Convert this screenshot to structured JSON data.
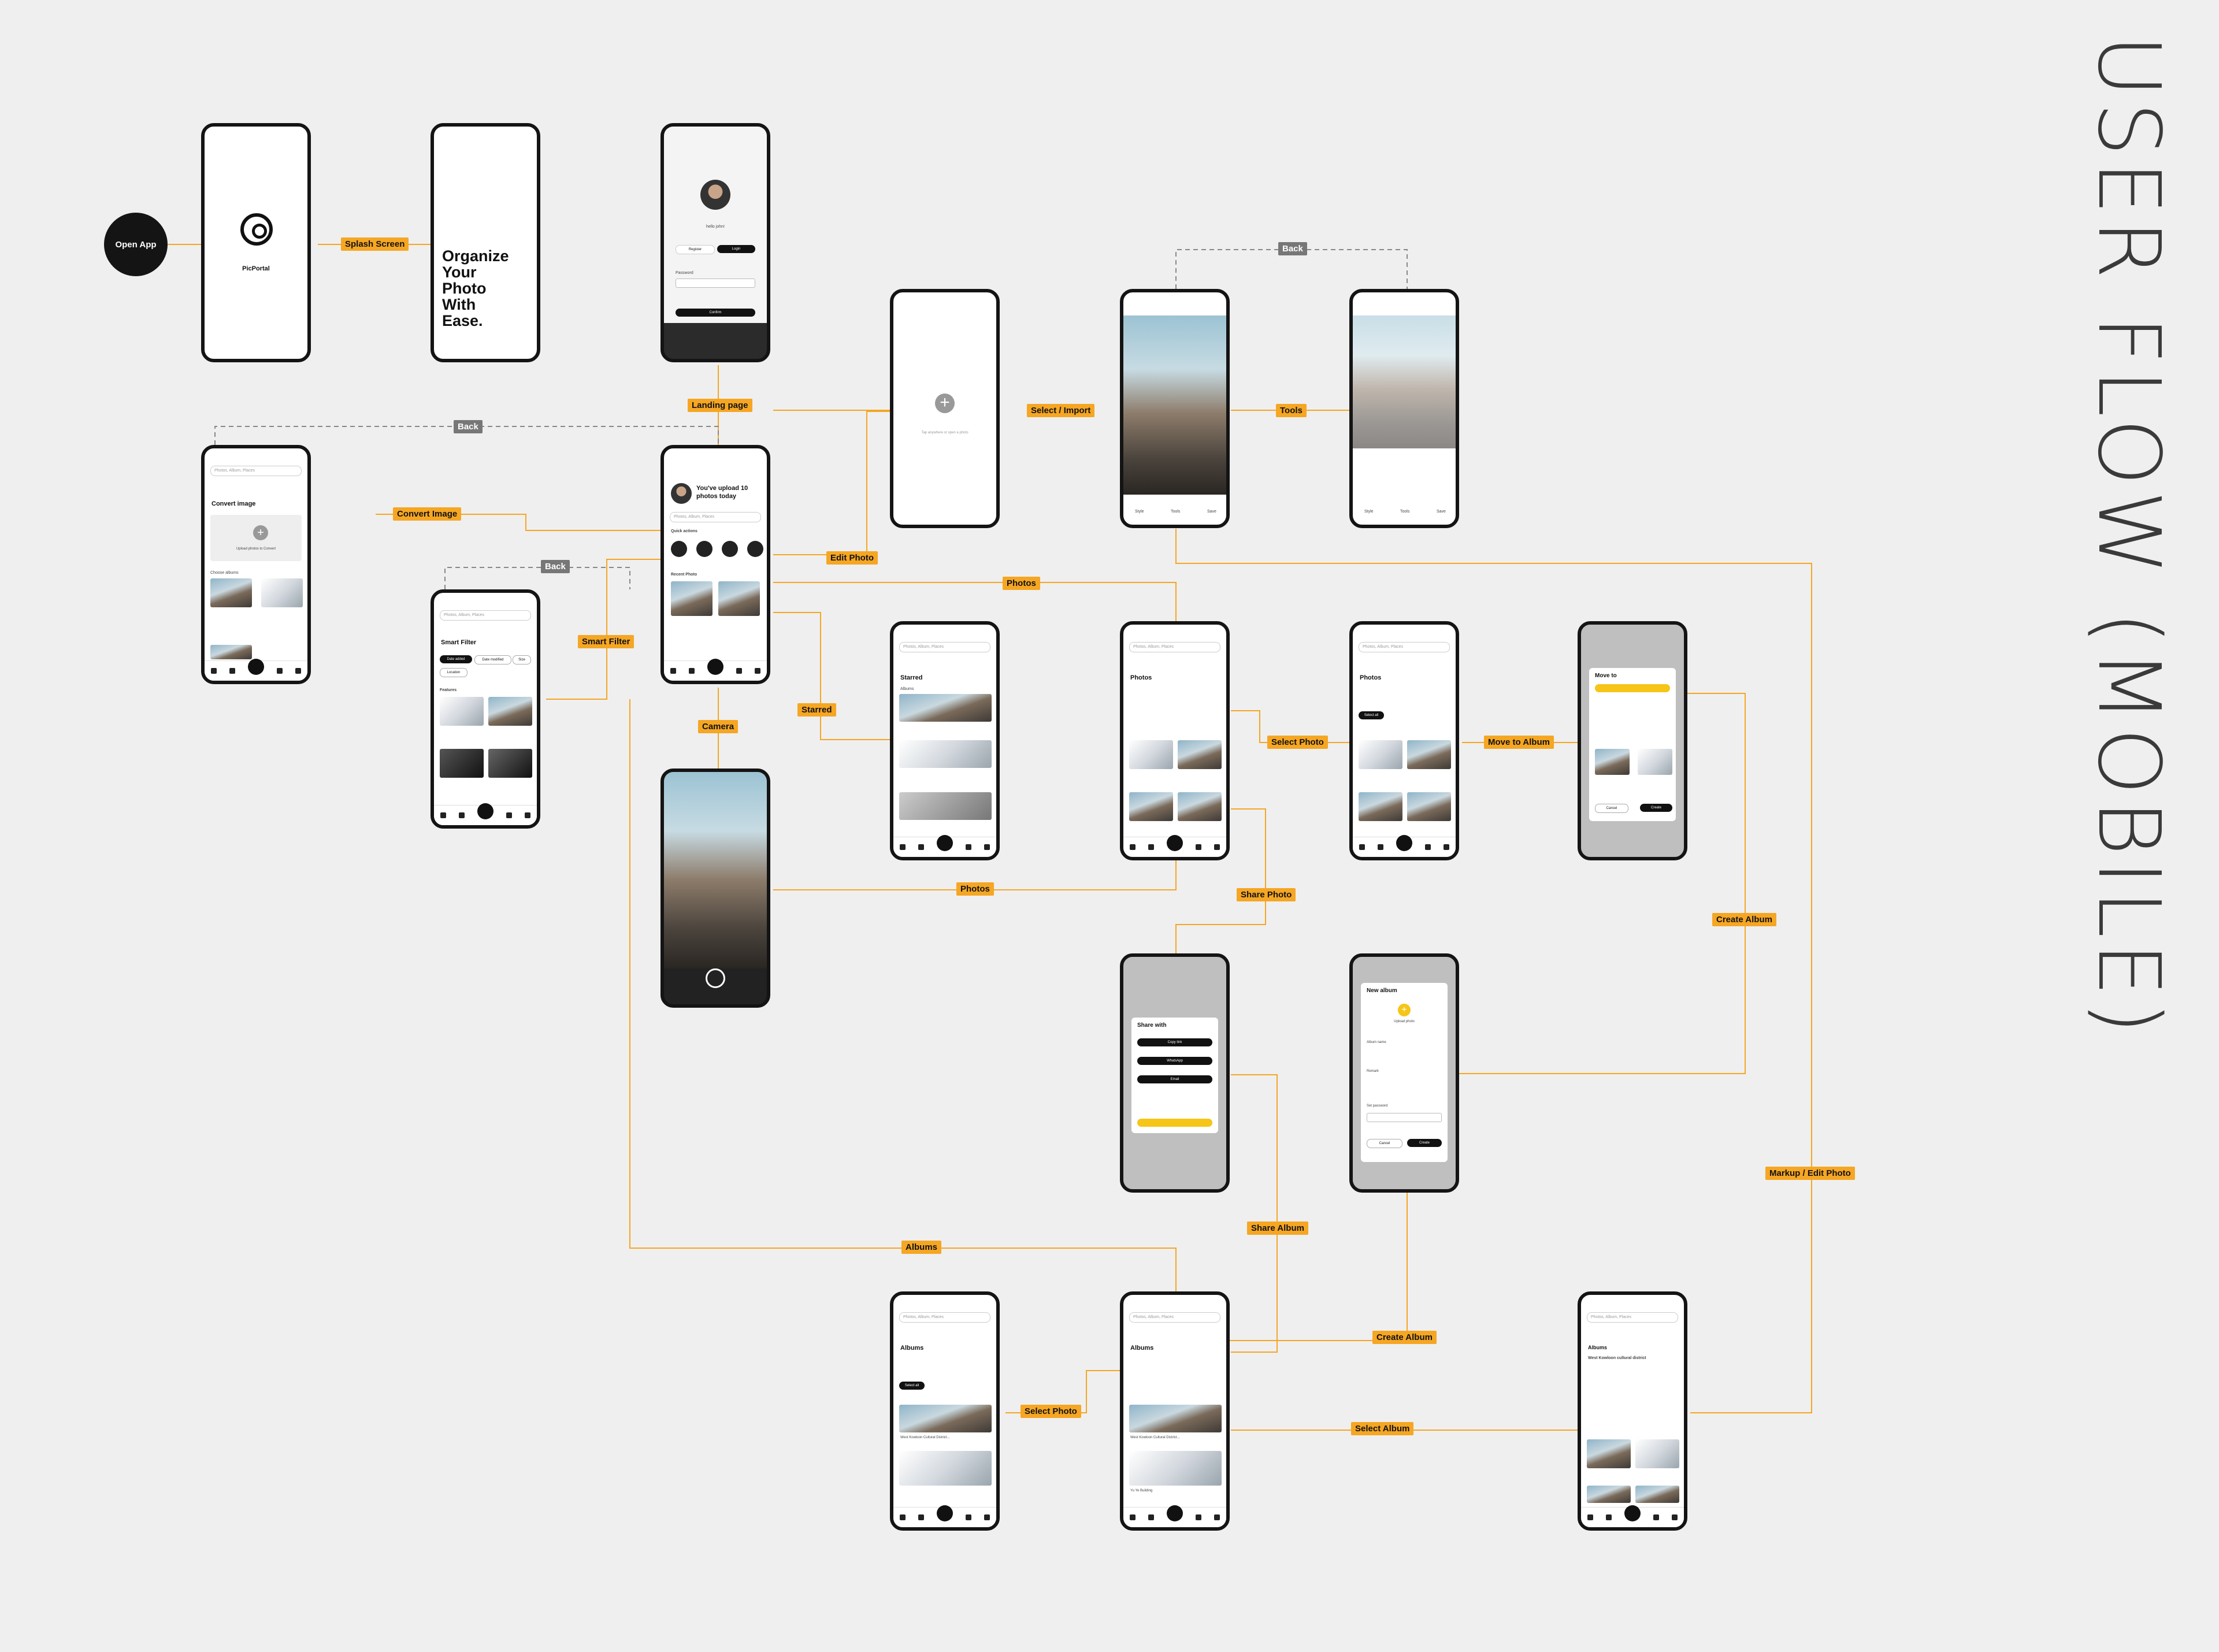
{
  "title": "USER FLOW (MOBILE)",
  "start_label": "Open App",
  "app_name": "PicPortal",
  "tagline_lines": [
    "Organize",
    "Your",
    "Photo",
    "With",
    "Ease."
  ],
  "labels": {
    "splash": "Splash Screen",
    "landing": "Landing page",
    "back1": "Back",
    "back2": "Back",
    "back3": "Back",
    "convert_image": "Convert Image",
    "smart_filter": "Smart Filter",
    "camera": "Camera",
    "edit_photo": "Edit Photo",
    "photos1": "Photos",
    "photos2": "Photos",
    "starred": "Starred",
    "select_import": "Select / Import",
    "tools": "Tools",
    "select_photo1": "Select Photo",
    "select_photo2": "Select Photo",
    "move_to_album": "Move to Album",
    "share_photo": "Share Photo",
    "create_album1": "Create Album",
    "create_album2": "Create Album",
    "share_album": "Share Album",
    "albums": "Albums",
    "select_album": "Select Album",
    "markup": "Markup / Edit Photo"
  },
  "login": {
    "greeting": "hello john!",
    "register": "Register",
    "login": "Login",
    "password_label": "Password",
    "confirm": "Confirm"
  },
  "home": {
    "headline": "You've upload 10 photos today",
    "search": "Photos, Album, Places",
    "quick_actions": "Quick actions",
    "recent_photo": "Recent Photo"
  },
  "convert": {
    "title": "Convert image",
    "upload": "Upload photos to Convert",
    "choose": "Choose albums"
  },
  "filter": {
    "title": "Smart Filter",
    "chips": [
      "Date added",
      "Date modified",
      "Size"
    ],
    "location": "Location",
    "features": "Features"
  },
  "import": {
    "hint": "Tap anywhere or open a photo"
  },
  "editor": {
    "tabs": [
      "Style",
      "Tools",
      "Save"
    ]
  },
  "starred": {
    "title": "Starred",
    "albums": "Albums"
  },
  "photos": {
    "title": "Photos",
    "select_all": "Select all"
  },
  "move": {
    "title": "Move to",
    "cancel": "Cancel",
    "create": "Create"
  },
  "share": {
    "title": "Share with",
    "options": [
      "Copy link",
      "WhatsApp",
      "Email"
    ]
  },
  "new_album": {
    "title": "New album",
    "upload": "Upload photo",
    "name": "Album name",
    "remark": "Remark",
    "password": "Set password",
    "cancel": "Cancel",
    "create": "Create"
  },
  "albums_screen": {
    "title": "Albums",
    "album_item": "West Kowloon Cultural District...",
    "album_item2": "Yu Ye Building",
    "detail_title": "West Kowloon cultural district"
  }
}
